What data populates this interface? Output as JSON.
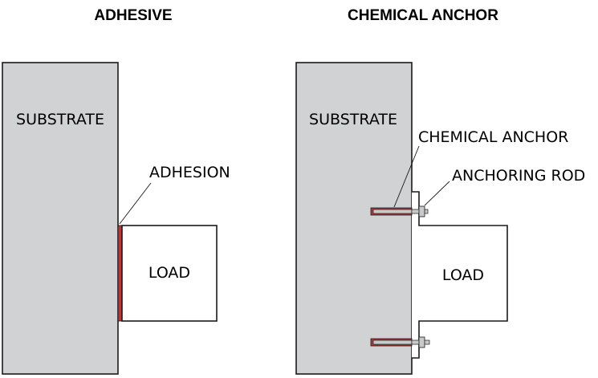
{
  "left_panel": {
    "title": "ADHESIVE",
    "substrate_label": "SUBSTRATE",
    "adhesion_label": "ADHESION",
    "load_label": "LOAD"
  },
  "right_panel": {
    "title": "CHEMICAL ANCHOR",
    "substrate_label": "SUBSTRATE",
    "chemical_anchor_label": "CHEMICAL ANCHOR",
    "anchoring_rod_label": "ANCHORING ROD",
    "load_label": "LOAD"
  },
  "colors": {
    "substrate_fill": "#d1d2d4",
    "adhesive_red": "#b23a3a",
    "rod_fill": "#c8c9cb",
    "outline": "#1a1a1a"
  }
}
